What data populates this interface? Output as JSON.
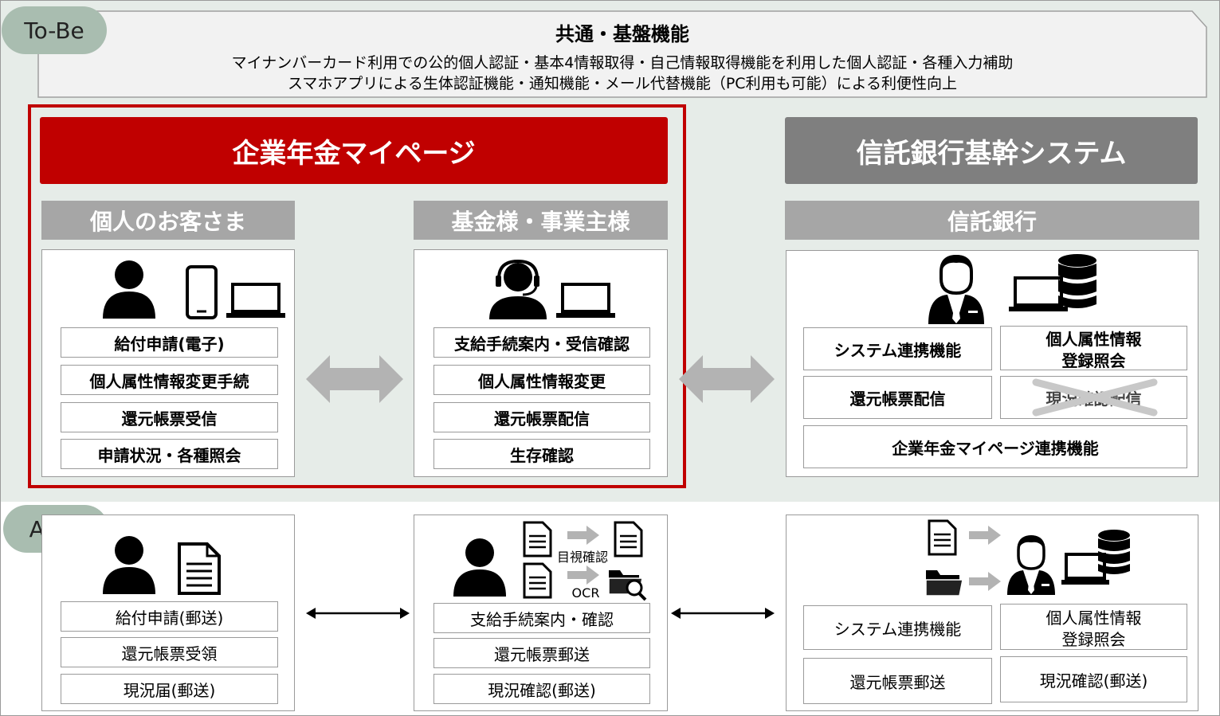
{
  "tobe_label": "To-Be",
  "asis_label": "As-Is",
  "common": {
    "title": "共通・基盤機能",
    "line1": "マイナンバーカード利用での公的個人認証・基本4情報取得・自己情報取得機能を利用した個人認証・各種入力補助",
    "line2": "スマホアプリによる生体認証機能・通知機能・メール代替機能（PC利用も可能）による利便性向上"
  },
  "mypage": {
    "title": "企業年金マイページ",
    "personal": {
      "header": "個人のお客さま",
      "items": [
        "給付申請(電子)",
        "個人属性情報変更手続",
        "還元帳票受信",
        "申請状況・各種照会"
      ]
    },
    "fund": {
      "header": "基金様・事業主様",
      "items": [
        "支給手続案内・受信確認",
        "個人属性情報変更",
        "還元帳票配信",
        "生存確認"
      ]
    }
  },
  "trust": {
    "title": "信託銀行基幹システム",
    "header": "信託銀行",
    "items": [
      "システム連携機能",
      "個人属性情報",
      "登録照会",
      "還元帳票配信",
      "現況確認配信",
      "企業年金マイページ連携機能"
    ]
  },
  "asis": {
    "personal": [
      "給付申請(郵送)",
      "還元帳票受領",
      "現況届(郵送)"
    ],
    "fund": [
      "支給手続案内・確認",
      "還元帳票郵送",
      "現況確認(郵送)"
    ],
    "fund_labels": {
      "visual": "目視確認",
      "ocr": "OCR"
    },
    "trust": [
      "システム連携機能",
      "個人属性情報",
      "登録照会",
      "還元帳票郵送",
      "現況確認(郵送)"
    ]
  },
  "colors": {
    "red": "#c00000",
    "gray_title": "#7f7f7f",
    "gray_bar": "#a6a6a6",
    "tobe_bg": "#e6ece8",
    "pill": "#a9bdb0"
  }
}
